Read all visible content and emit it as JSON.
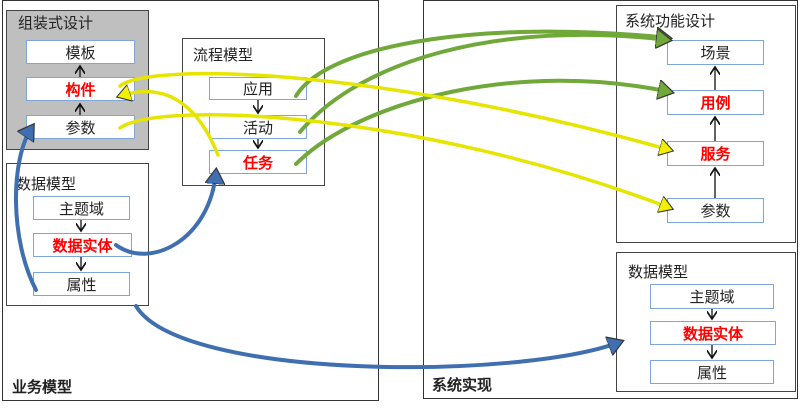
{
  "business_model": {
    "label": "业务模型",
    "assembly_design": {
      "title": "组装式设计",
      "items": [
        "模板",
        "构件",
        "参数"
      ]
    },
    "data_model": {
      "title": "数据模型",
      "items": [
        "主题域",
        "数据实体",
        "属性"
      ]
    },
    "process_model": {
      "title": "流程模型",
      "items": [
        "应用",
        "活动",
        "任务"
      ]
    }
  },
  "system_impl": {
    "label": "系统实现",
    "function_design": {
      "title": "系统功能设计",
      "items": [
        "场景",
        "用例",
        "服务",
        "参数"
      ]
    },
    "data_model": {
      "title": "数据模型",
      "items": [
        "主题域",
        "数据实体",
        "属性"
      ]
    }
  },
  "colors": {
    "green": "#70a83a",
    "yellow": "#f0f000",
    "blue": "#3f6fb0",
    "highlight": "#ff0000"
  }
}
